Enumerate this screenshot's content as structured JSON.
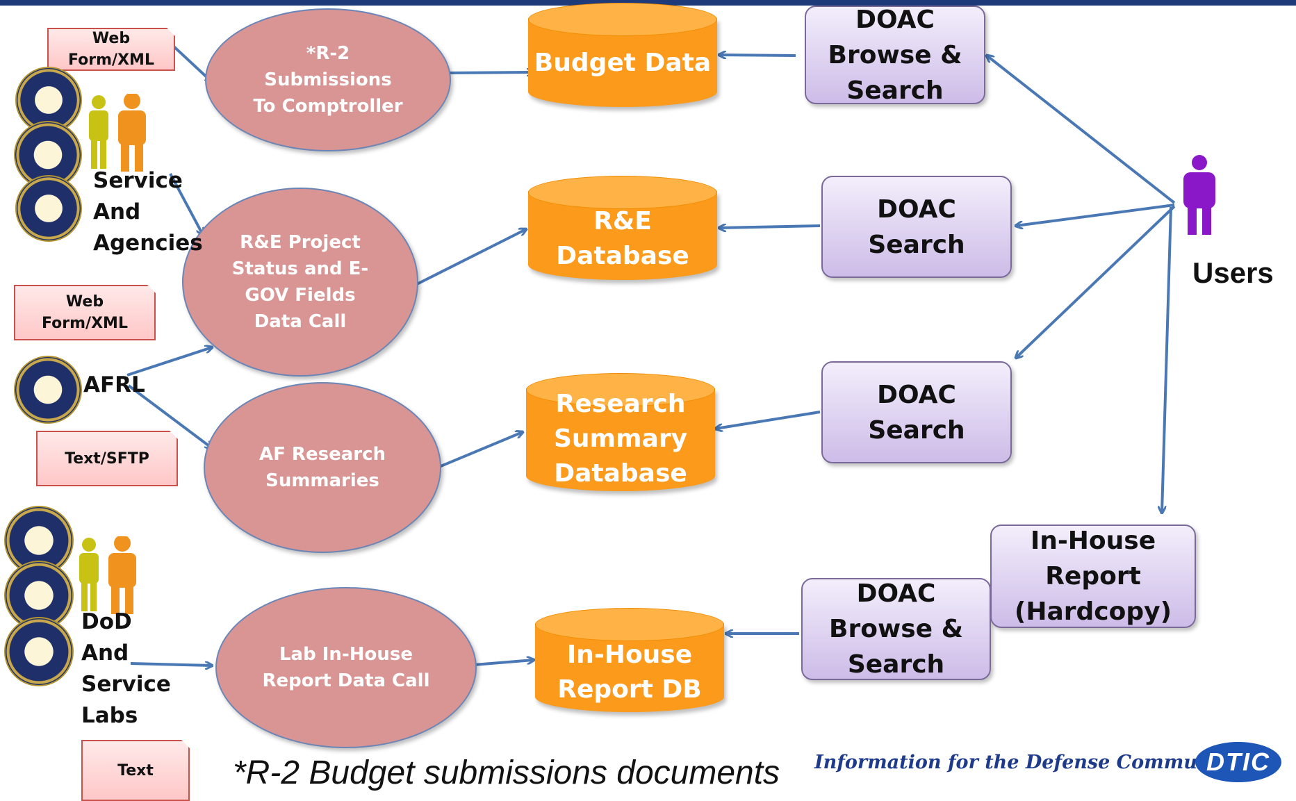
{
  "nodes": {
    "r2_submissions": "*R-2\nSubmissions\nTo Comptroller",
    "re_project": "R&E Project\nStatus and E-\nGOV Fields\nData Call",
    "af_research": "AF Research\nSummaries",
    "lab_inhouse": "Lab In-House\nReport Data Call",
    "budget_data": "Budget Data",
    "re_database": "R&E\nDatabase",
    "research_summary_db": "Research\nSummary\nDatabase",
    "inhouse_report_db": "In-House\nReport DB",
    "doac_browse_top": "DOAC\nBrowse &\nSearch",
    "doac_search_1": "DOAC\nSearch",
    "doac_search_2": "DOAC\nSearch",
    "doac_browse_bottom": "DOAC\nBrowse &\nSearch",
    "inhouse_hardcopy": "In-House\nReport\n(Hardcopy)"
  },
  "tags": {
    "web_form_1": "Web\nForm/XML",
    "web_form_2": "Web\nForm/XML",
    "text_sftp": "Text/SFTP",
    "text": "Text"
  },
  "labels": {
    "service_agencies": "Service\nAnd\nAgencies",
    "afrl": "AFRL",
    "dod_labs": "DoD\nAnd\nService\nLabs",
    "users": "Users"
  },
  "footer": {
    "note": "*R-2 Budget submissions documents",
    "tagline": "Information for the Defense Community",
    "logo": "DTIC"
  },
  "colors": {
    "process": "#d99494",
    "database": "#fb9a1b",
    "interface": "#cdbce8",
    "arrow": "#4a78b5",
    "user_icon": "#8a18c8",
    "person_icon": "#e8891a"
  }
}
